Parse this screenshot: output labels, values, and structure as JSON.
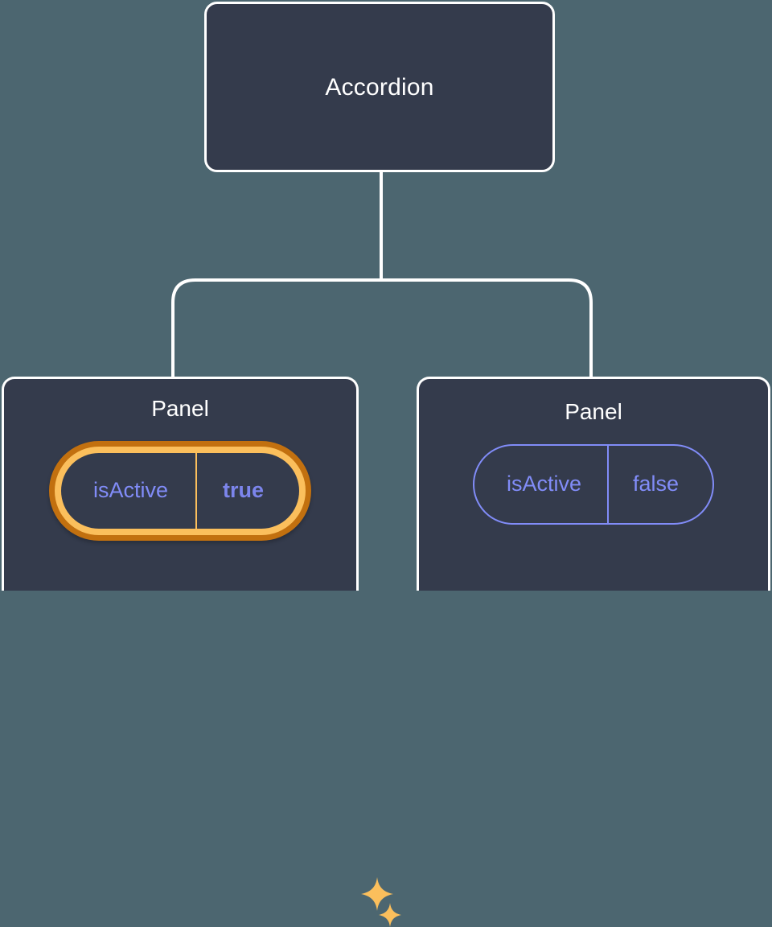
{
  "diagram": {
    "type": "component-tree",
    "background_color": "#4c6670",
    "node_fill_color": "#343b4c",
    "node_border_color": "#ffffff",
    "connector_color": "#ffffff",
    "accent_prop_color": "#818cf8",
    "highlight_outer_color": "#c2700f",
    "highlight_inner_color": "#fbbf5c",
    "sparkle_color": "#fbbf5c",
    "root": {
      "title": "Accordion"
    },
    "children": [
      {
        "title": "Panel",
        "highlighted": true,
        "prop": {
          "name": "isActive",
          "value": "true",
          "value_bold": true
        },
        "sparkles": [
          "sparkle-large-icon",
          "sparkle-small-icon"
        ]
      },
      {
        "title": "Panel",
        "highlighted": false,
        "prop": {
          "name": "isActive",
          "value": "false",
          "value_bold": false
        }
      }
    ]
  }
}
